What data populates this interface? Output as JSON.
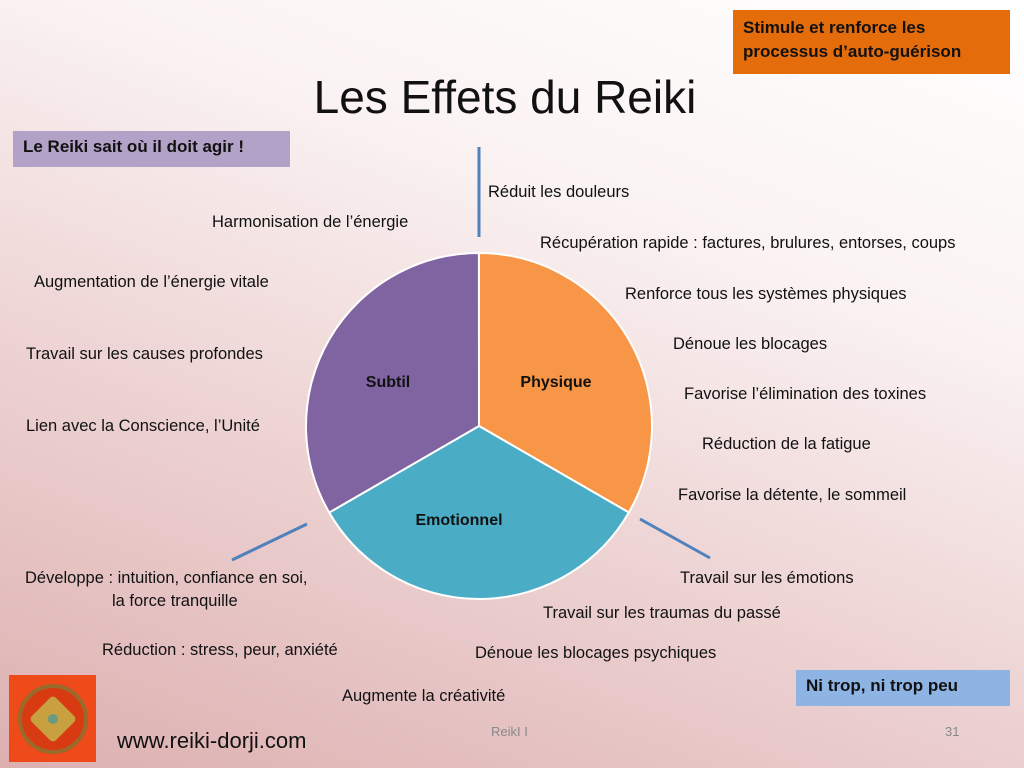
{
  "title": "Les Effets du Reiki",
  "top_right_box": {
    "line1": "Stimule et renforce les",
    "line2": "processus d’auto-guérison",
    "color": "#E46C0A"
  },
  "left_box": {
    "text": "Le Reiki sait où il doit agir !",
    "color": "#B3A2C7"
  },
  "bottom_right_box": {
    "text": "Ni trop, ni trop peu",
    "color": "#8EB4E3"
  },
  "pie": {
    "segments": [
      {
        "label": "Physique",
        "share": 0.3333,
        "color": "#F79646"
      },
      {
        "label": "Emotionnel",
        "share": 0.3333,
        "color": "#4BACC6"
      },
      {
        "label": "Subtil",
        "share": 0.3333,
        "color": "#8064A2"
      }
    ]
  },
  "physique_effects": [
    "Réduit les douleurs",
    "Récupération rapide : factures, brulures, entorses, coups",
    "Renforce tous les systèmes physiques",
    "Dénoue les blocages",
    "Favorise l’élimination des toxines",
    "Réduction de la fatigue",
    "Favorise la détente, le sommeil"
  ],
  "subtil_effects": [
    "Harmonisation de l’énergie",
    "Augmentation de l’énergie vitale",
    "Travail sur les causes profondes",
    "Lien avec la Conscience, l’Unité"
  ],
  "emotionnel_effects": [
    "Travail sur  les émotions",
    "Travail sur les traumas du passé",
    "Dénoue les blocages psychiques",
    "Augmente la créativité",
    "Réduction : stress, peur, anxiété",
    "Développe : intuition, confiance en soi,",
    "la force tranquille"
  ],
  "footer": {
    "website": "www.reiki-dorji.com",
    "center": "ReikI I",
    "page": "31"
  }
}
